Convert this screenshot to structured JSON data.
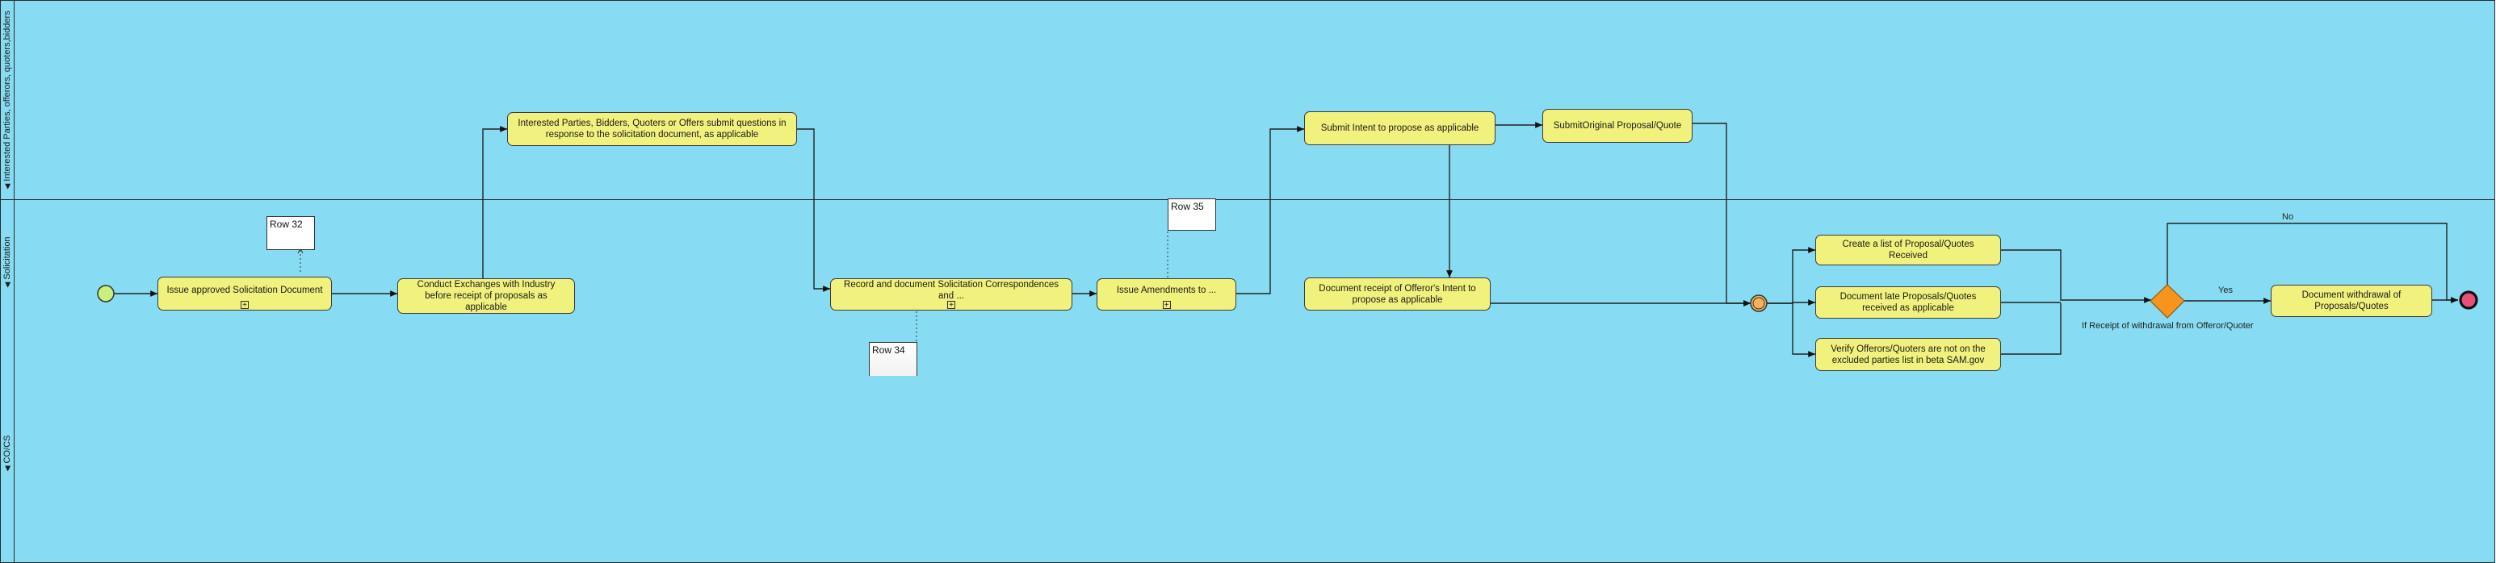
{
  "lanes": {
    "top": {
      "label": "Interested Parties, offerors, quoters,bidders"
    },
    "bottom": {
      "label": "CO/CS"
    },
    "pool": {
      "label": "Solicitation"
    }
  },
  "tasks": {
    "issue_solicitation": "Issue approved Solicitation Document",
    "conduct_exchanges": "Conduct Exchanges with Industry before receipt of proposals as applicable",
    "submit_questions": "Interested Parties, Bidders, Quoters or Offers submit questions in response to the solicitation document, as applicable",
    "record_correspondence": "Record and document Solicitation Correspondences and ...",
    "issue_amendments": "Issue Amendments to ...",
    "submit_intent": "Submit Intent to propose as applicable",
    "submit_original": "SubmitOriginal Proposal/Quote",
    "document_receipt_intent": "Document receipt of  Offeror's Intent to propose as applicable",
    "create_list": "Create a list of Proposal/Quotes Received",
    "document_late": "Document late Proposals/Quotes received as applicable",
    "verify_offerors": "Verify Offerors/Quoters are not on the excluded parties list in beta SAM.gov",
    "document_withdrawal": "Document withdrawal of Proposals/Quotes"
  },
  "notes": {
    "row32": "Row 32",
    "row34": "Row 34",
    "row35": "Row 35"
  },
  "labels": {
    "no": "No",
    "yes": "Yes",
    "gateway_question": "If Receipt of withdrawal from Offeror/Quoter"
  },
  "colors": {
    "lane_fill": "#87dcf3",
    "task_fill": "#f1f17e",
    "start_event": "#c8f07a",
    "intermediate_event": "#f2b25f",
    "gateway": "#f7941d",
    "end_event": "#e8507a"
  }
}
